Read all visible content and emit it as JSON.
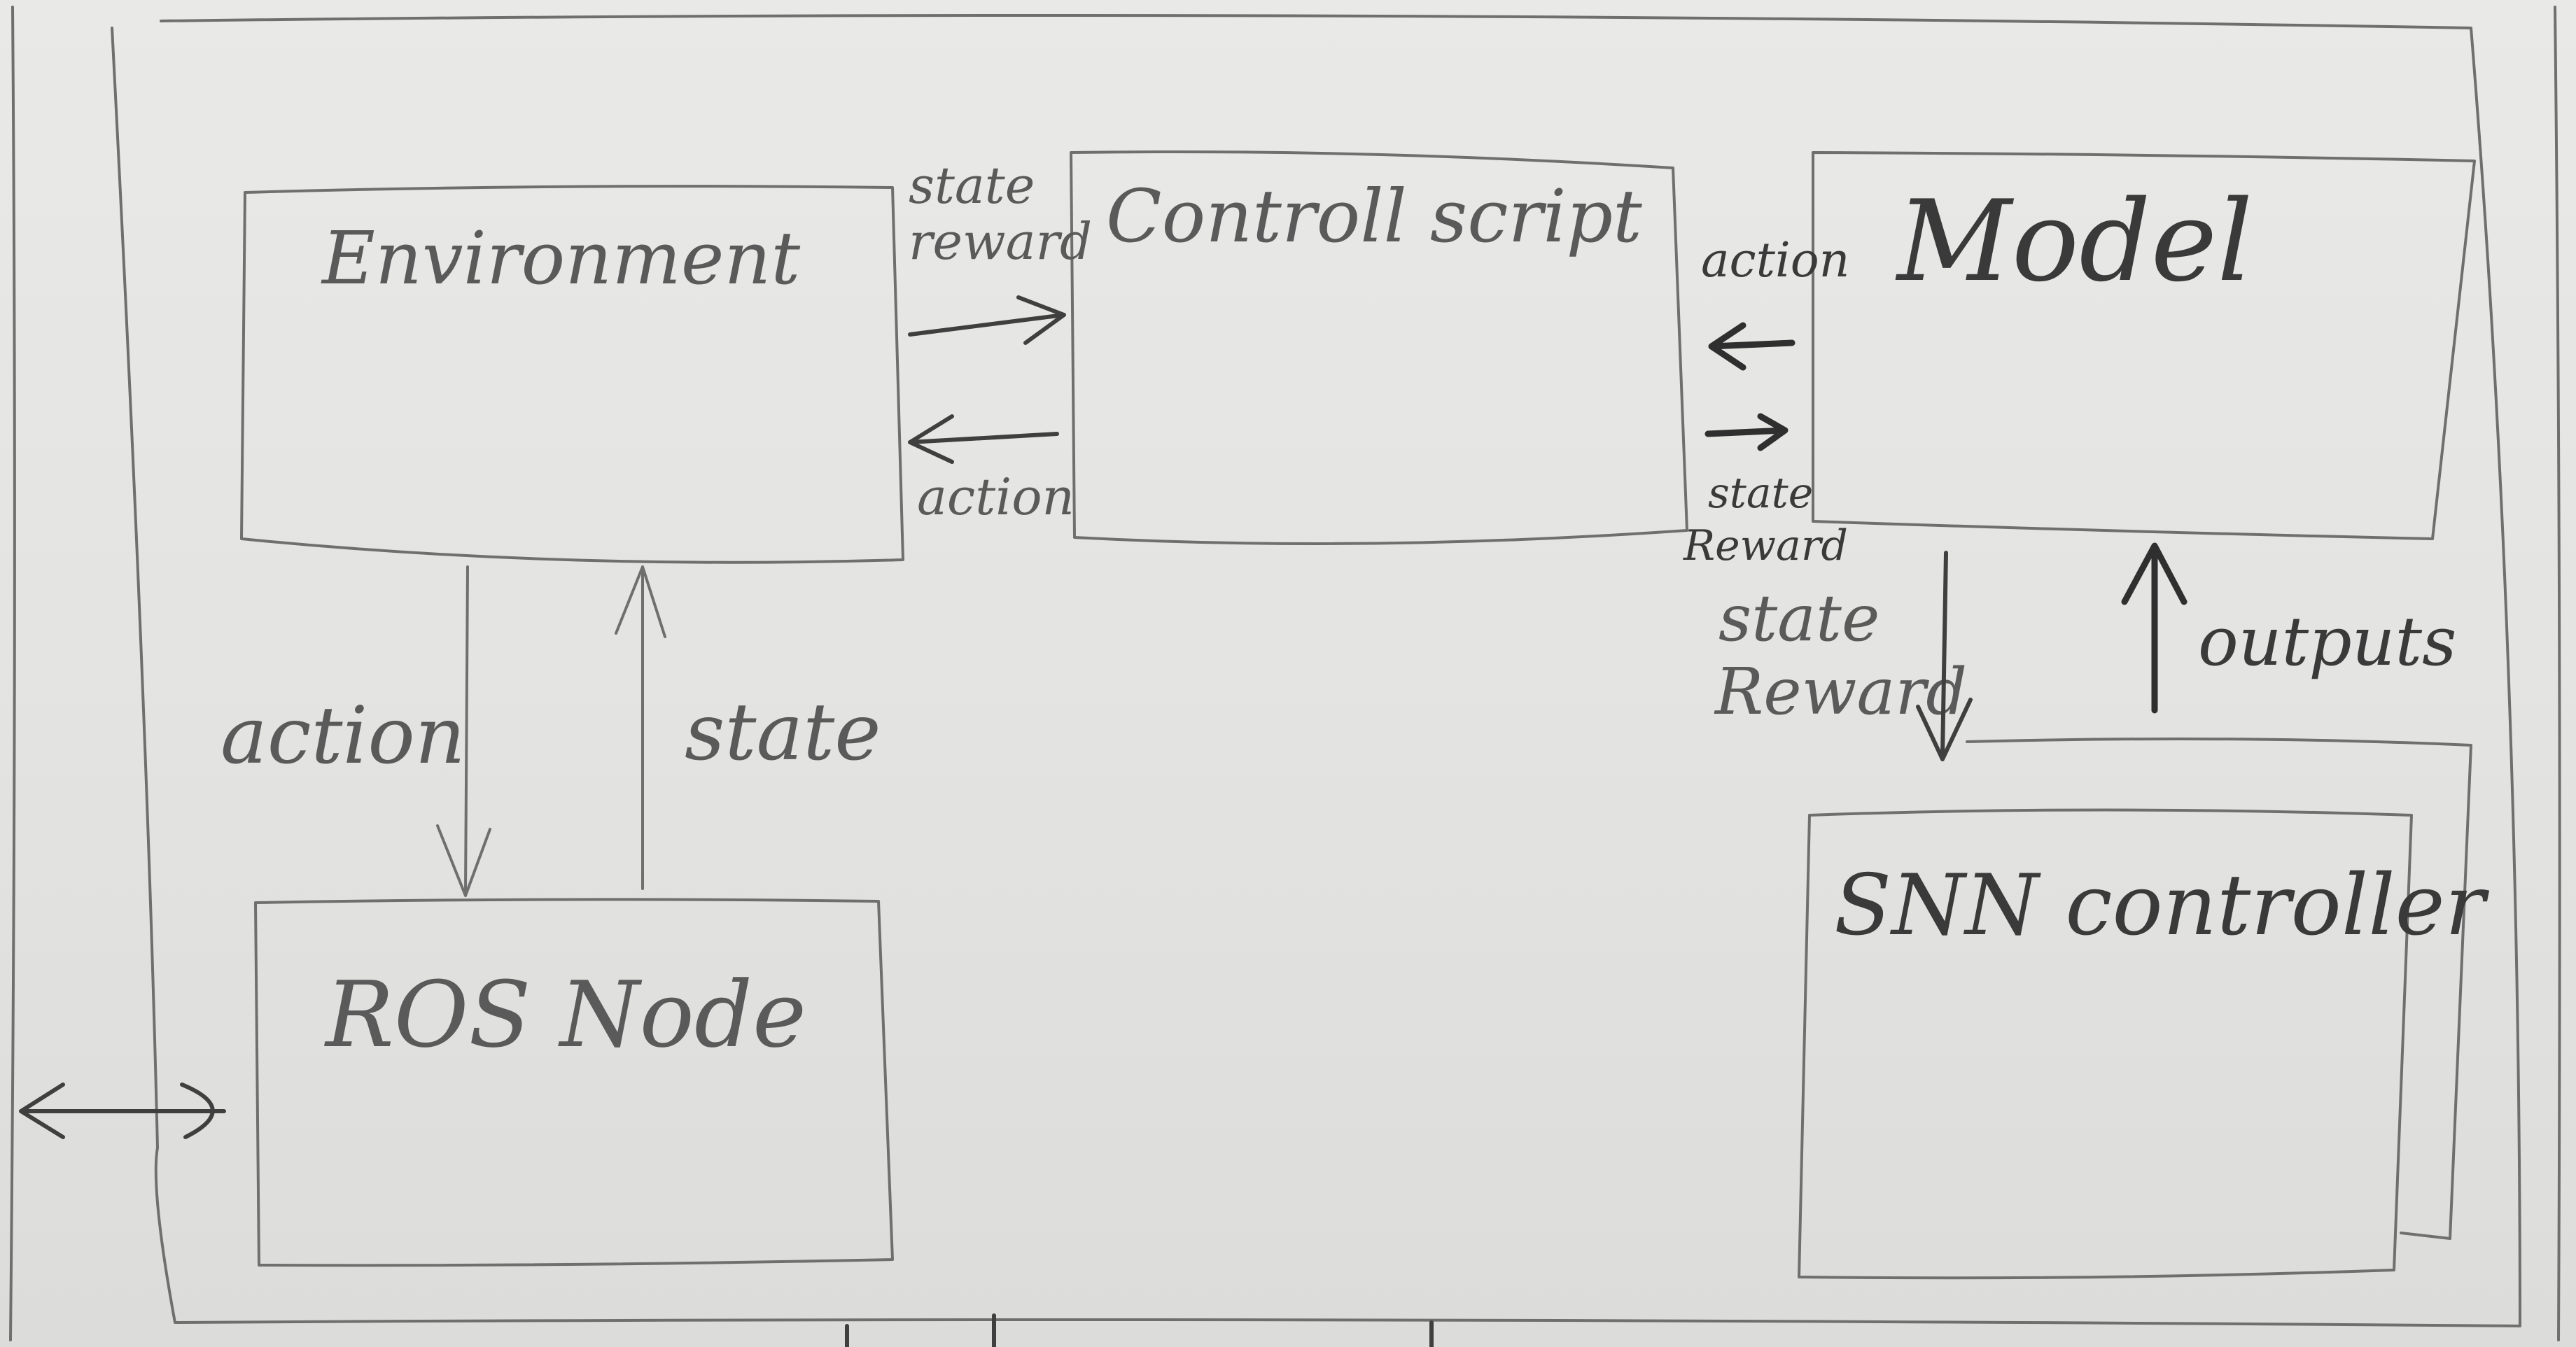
{
  "diagram": {
    "nodes": {
      "environment": "Environment",
      "control_script": "Controll script",
      "model": "Model",
      "ros_node": "ROS Node",
      "snn_controller": "SNN controller"
    },
    "edge_labels": {
      "env_to_script_top": "state",
      "env_to_script_bottom": "reward",
      "script_to_env": "action",
      "script_to_model": "action",
      "model_to_script_top": "state",
      "model_to_script_bottom": "Reward",
      "env_to_ros": "action",
      "ros_to_env": "state",
      "model_to_snn_top": "state",
      "model_to_snn_bottom": "Reward",
      "snn_to_model": "outputs"
    }
  }
}
